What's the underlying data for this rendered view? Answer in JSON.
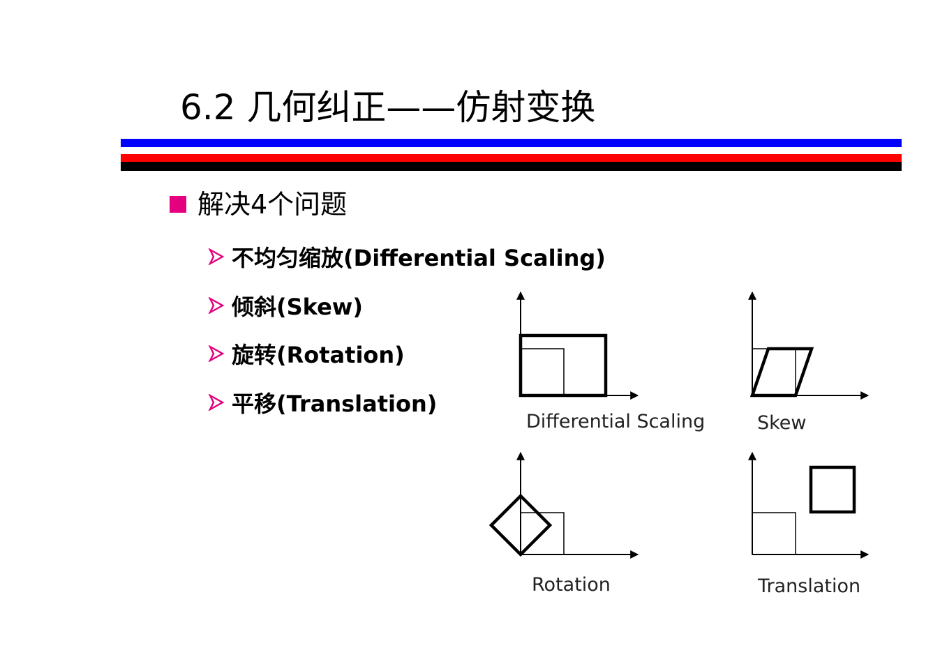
{
  "slide": {
    "title": "6.2 几何纠正——仿射变换"
  },
  "main_bullet": {
    "text": "解决4个问题"
  },
  "sub_items": [
    {
      "text": "不均匀缩放(Differential Scaling)"
    },
    {
      "text": "倾斜(Skew)"
    },
    {
      "text": "旋转(Rotation)"
    },
    {
      "text": "平移(Translation)"
    }
  ],
  "figure": {
    "panels": [
      {
        "label": "Differential Scaling"
      },
      {
        "label": "Skew"
      },
      {
        "label": "Rotation"
      },
      {
        "label": "Translation"
      }
    ]
  },
  "colors": {
    "rule_blue": "#0000ff",
    "rule_red": "#ff0000",
    "rule_black": "#000000",
    "bullet": "#e4007f"
  }
}
